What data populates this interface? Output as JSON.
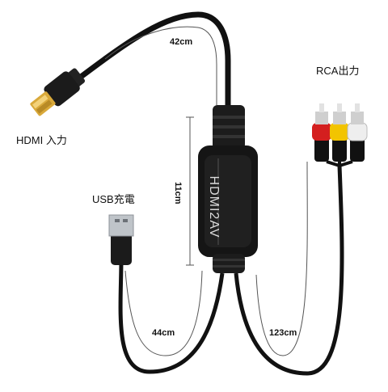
{
  "labels": {
    "hdmi_input": "HDMI 入力",
    "usb_charge": "USB充電",
    "rca_output": "RCA出力"
  },
  "lengths": {
    "hdmi_cable": "42cm",
    "converter_box": "11cm",
    "usb_cable": "44cm",
    "rca_cable": "123cm"
  },
  "device": {
    "box_label": "HDMI2AV"
  },
  "colors": {
    "cable": "#111111",
    "connector_gold": "#d9a93a",
    "rca_red": "#d41f1f",
    "rca_yellow": "#f2c400",
    "rca_white": "#eeeeee",
    "dimension_line": "#555555"
  }
}
